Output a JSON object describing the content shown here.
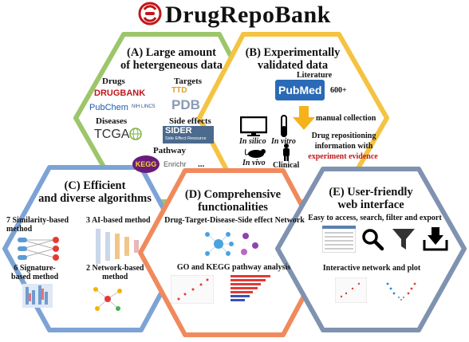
{
  "title": "DrugRepoBank",
  "panels": {
    "a": {
      "heading": "(A) Large amount\nof hetergeneous data",
      "drugs_label": "Drugs",
      "targets_label": "Targets",
      "diseases_label": "Diseases",
      "side_effects_label": "Side effects",
      "pathway_label": "Pathway",
      "logos": {
        "drugbank": "DRUGBANK",
        "pubchem": "PubChem",
        "nih": "NIH LINCS",
        "ttd": "TTD",
        "pdb": "PDB",
        "tcga": "TCGA",
        "sider": "SIDER",
        "sider_sub": "Side Effect Resource",
        "kegg": "KEGG",
        "enrichr": "Enrichr",
        "ellipsis": "..."
      },
      "color": "#9dc66b"
    },
    "b": {
      "heading": "(B) Experimentally\nvalidated data",
      "literature_label": "Literature",
      "pubmed_label": "PubMed",
      "count": "600+",
      "manual_collection": "manual collection",
      "in_silico": "In silico",
      "in_vitro": "In vitro",
      "in_vivo": "In vivo",
      "clinical": "Clinical",
      "result_line1": "Drug repositioning",
      "result_line2": "information with",
      "result_line3": "experiment evidence",
      "color": "#f5c342"
    },
    "c": {
      "heading": "(C) Efficient\nand diverse algorithms",
      "m1": "7 Similarity-based\nmethod",
      "m2": "3 AI-based method",
      "m3": "6 Signature-\nbased method",
      "m4": "2 Network-based\nmethod",
      "color": "#7da3d6"
    },
    "d": {
      "heading": "(D) Comprehensive\nfunctionalities",
      "network": "Drug-Target-Disease-Side effect Network",
      "pathway": "GO and KEGG pathway analysis",
      "color": "#f08a5d"
    },
    "e": {
      "heading": "(E) User-friendly\nweb interface",
      "access": "Easy to access, search, filter and export",
      "plot": "Interactive network and plot",
      "color": "#7f92b0"
    }
  }
}
